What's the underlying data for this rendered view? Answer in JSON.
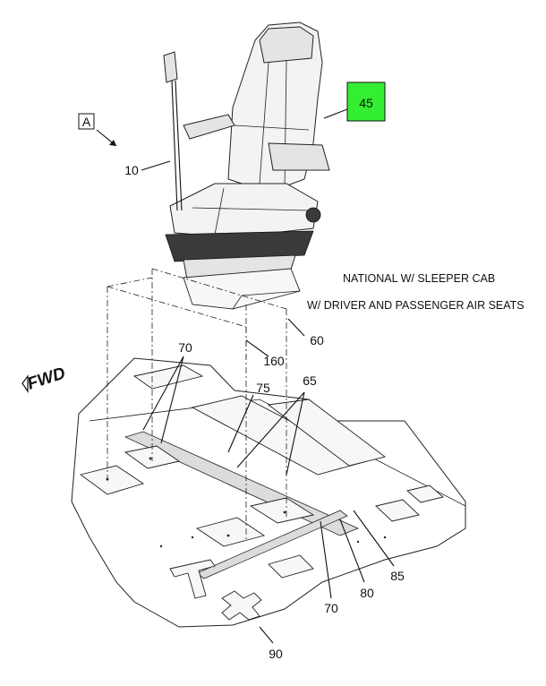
{
  "view_tag": "A",
  "fwd_label": "FWD",
  "notes": {
    "line1": "NATIONAL W/ SLEEPER CAB",
    "line2": "W/ DRIVER AND PASSENGER AIR SEATS"
  },
  "callouts": {
    "c10": "10",
    "c45": "45",
    "c60": "60",
    "c65": "65",
    "c70a": "70",
    "c70b": "70",
    "c75": "75",
    "c80": "80",
    "c85": "85",
    "c90": "90",
    "c160": "160"
  },
  "colors": {
    "highlight": "#33ee33",
    "line": "#111111"
  }
}
